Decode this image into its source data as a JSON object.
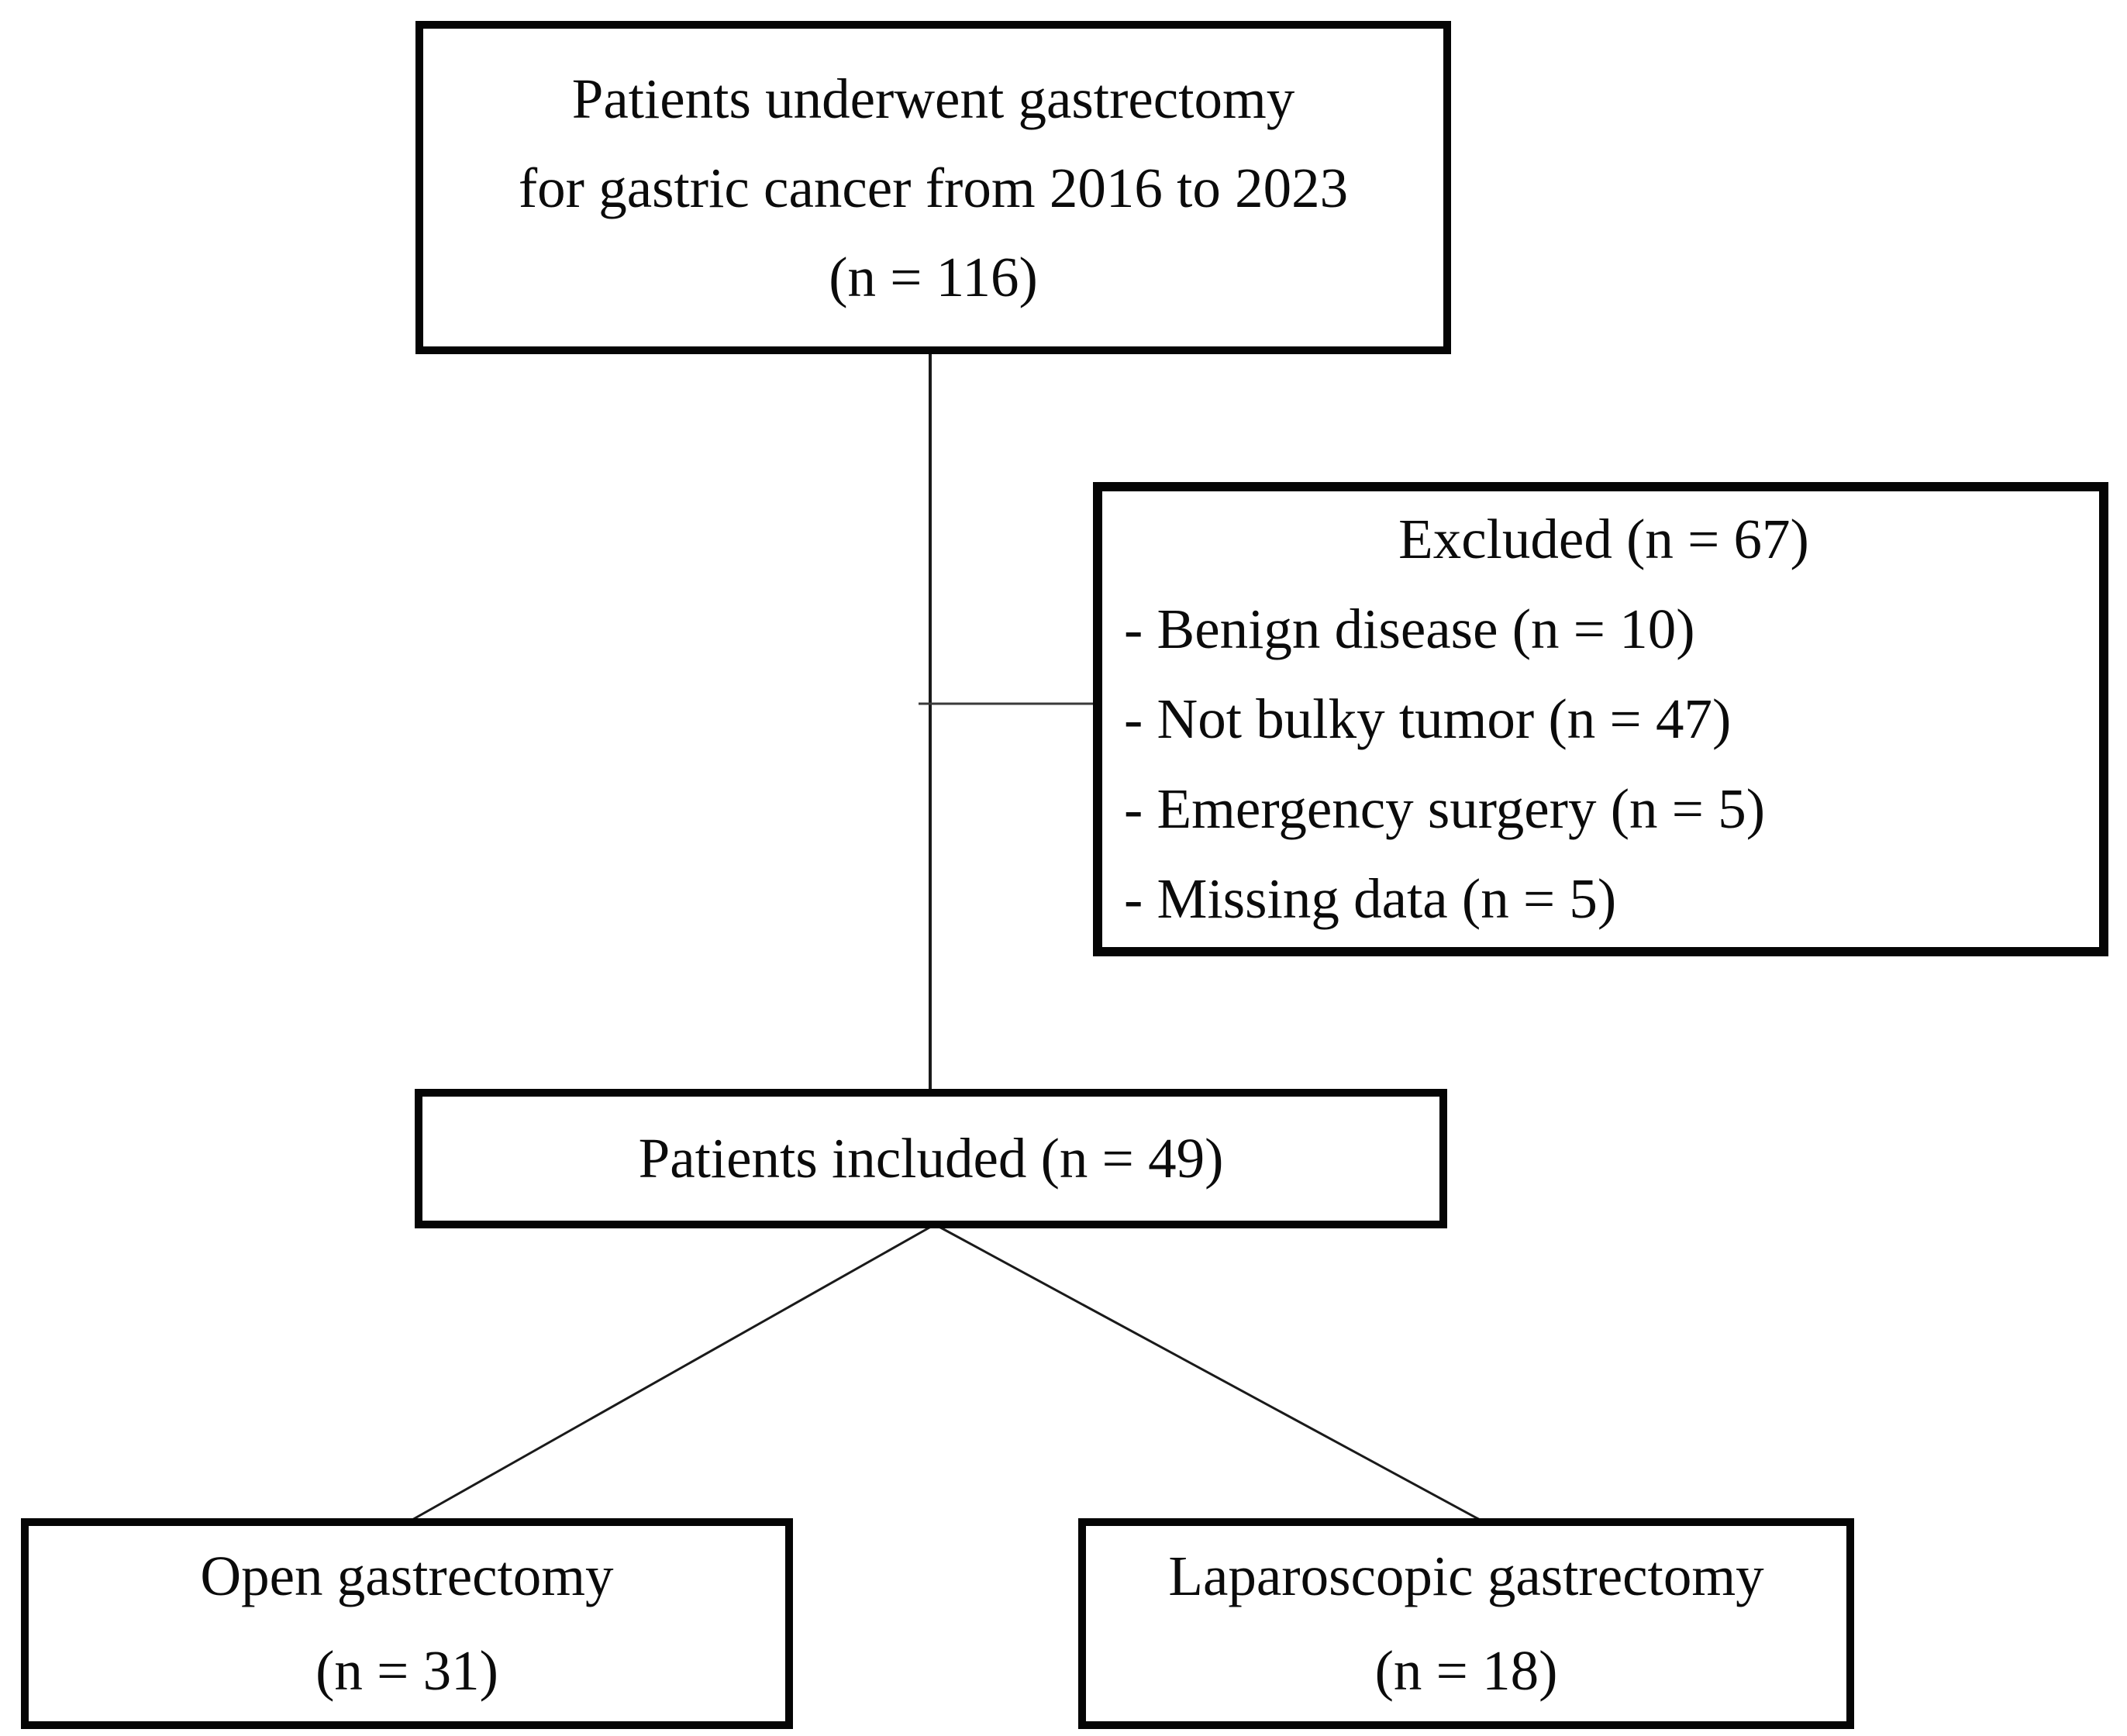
{
  "flowchart": {
    "top_box": {
      "line1": "Patients underwent gastrectomy",
      "line2": "for gastric cancer from 2016 to 2023",
      "line3": "(n = 116)"
    },
    "excluded_box": {
      "title": "Excluded (n = 67)",
      "items": [
        "- Benign disease (n = 10)",
        "- Not bulky tumor (n = 47)",
        "- Emergency surgery (n = 5)",
        "- Missing data (n = 5)"
      ]
    },
    "included_box": {
      "label": "Patients included (n = 49)"
    },
    "open_box": {
      "line1": "Open gastrectomy",
      "line2": "(n = 31)"
    },
    "laparoscopic_box": {
      "line1": "Laparoscopic gastrectomy",
      "line2": "(n = 18)"
    },
    "colors": {
      "line": "#1a1a1a",
      "border": "#050505",
      "background": "#ffffff",
      "text": "#0b0b0b"
    }
  }
}
